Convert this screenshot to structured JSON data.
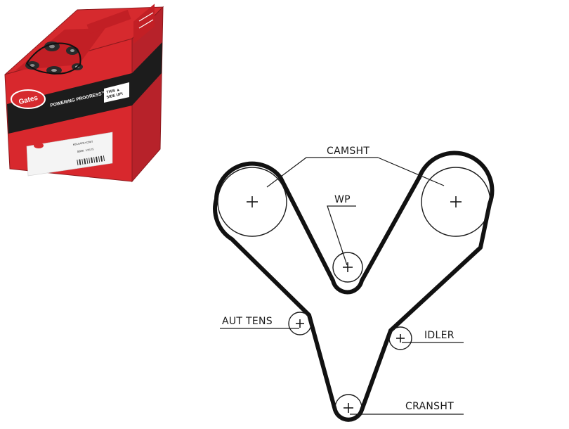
{
  "product_box": {
    "brand": "Gates",
    "tagline": "POWERING PROGRESS™",
    "orientation_line1": "THIS ▲",
    "orientation_line2": "SIDE UP!",
    "part_number": "K015APK+CONT",
    "label_line2": "GBMK 13575",
    "colors": {
      "box_red": "#d62a2e",
      "box_red_dark": "#a81d22",
      "band_black": "#1c1c1c",
      "label_white": "#f4f4f4"
    }
  },
  "diagram": {
    "labels": {
      "camshaft": "CAMSHT",
      "water_pump": "WP",
      "auto_tensioner": "AUT TENS",
      "idler": "IDLER",
      "crankshaft": "CRANSHT"
    },
    "colors": {
      "belt": "#111111",
      "pulley": "#1a1a1a"
    },
    "pulley_icons": [
      "plus-icon"
    ]
  }
}
